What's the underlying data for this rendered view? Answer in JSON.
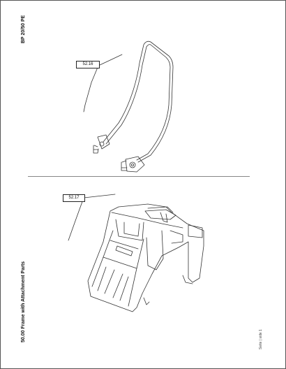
{
  "header": {
    "model": "BP 20/50 PE",
    "section": "50.00 Frame with Attachment Parts"
  },
  "callouts": [
    {
      "id": "52.16"
    },
    {
      "id": "52.17"
    }
  ],
  "footer": {
    "page_label": "Seite | side 1"
  },
  "colors": {
    "line": "#333333",
    "border": "#555555"
  }
}
